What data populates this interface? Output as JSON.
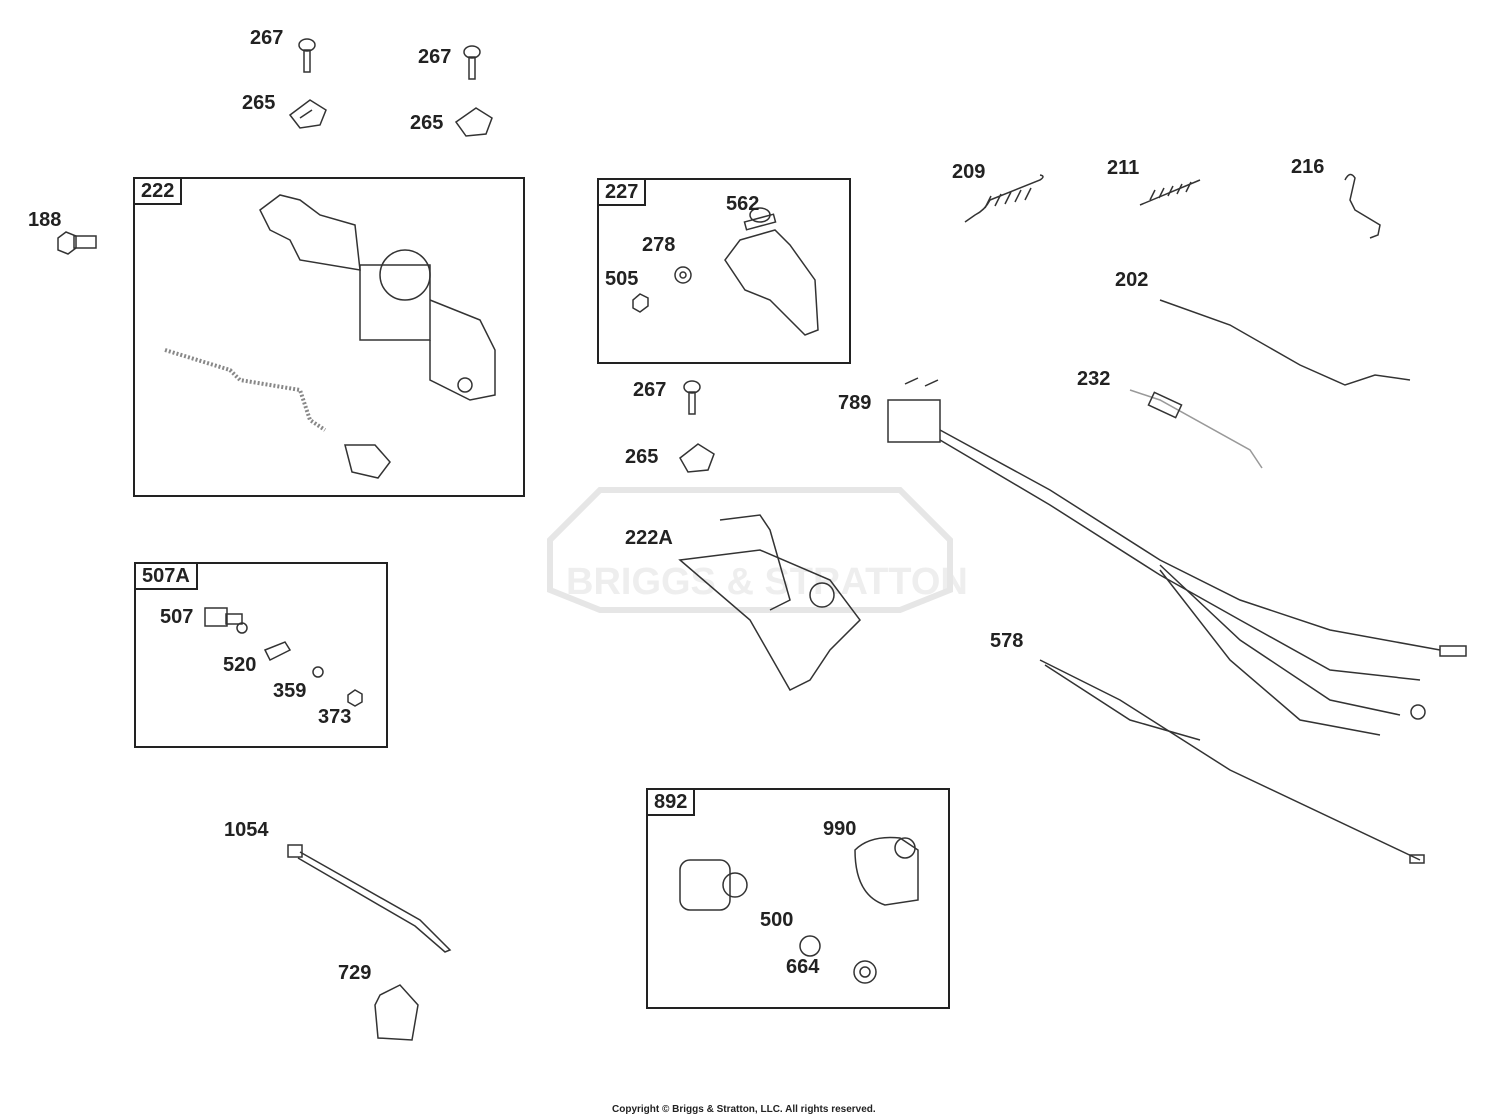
{
  "watermark": "BRIGGS & STRATTON",
  "copyright": "Copyright © Briggs & Stratton, LLC. All rights reserved.",
  "groups": {
    "g222": "222",
    "g227": "227",
    "g507A": "507A",
    "g892": "892"
  },
  "parts": {
    "p267a": "267",
    "p267b": "267",
    "p265a": "265",
    "p265b": "265",
    "p188": "188",
    "p562": "562",
    "p278": "278",
    "p505": "505",
    "p267c": "267",
    "p265c": "265",
    "p222A": "222A",
    "p209": "209",
    "p211": "211",
    "p216": "216",
    "p202": "202",
    "p232": "232",
    "p789": "789",
    "p578": "578",
    "p507": "507",
    "p520": "520",
    "p359": "359",
    "p373": "373",
    "p990": "990",
    "p500": "500",
    "p664": "664",
    "p1054": "1054",
    "p729": "729"
  }
}
